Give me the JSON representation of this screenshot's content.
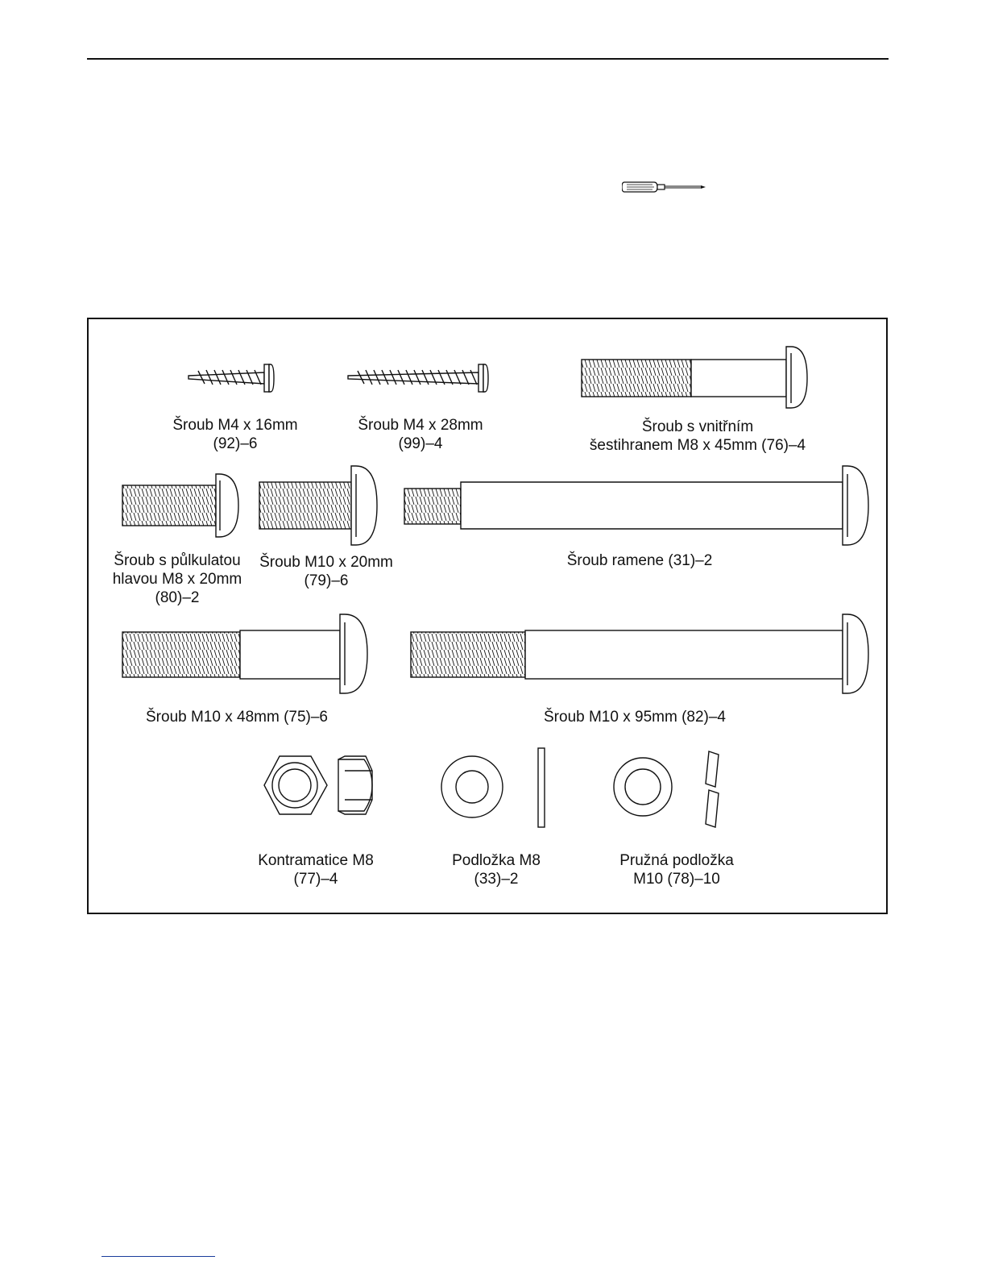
{
  "parts": {
    "screw_m4_16": {
      "line1": "Šroub M4 x 16mm",
      "line2": "(92)–6"
    },
    "screw_m4_28": {
      "line1": "Šroub M4 x 28mm",
      "line2": "(99)–4"
    },
    "hex_m8_45": {
      "line1": "Šroub s vnitřním",
      "line2": "šestihranem M8 x 45mm (76)–4"
    },
    "button_m8_20": {
      "line1": "Šroub s půlkulatou",
      "line2": "hlavou M8 x 20mm",
      "line3": "(80)–2"
    },
    "screw_m10_20": {
      "line1": "Šroub M10 x 20mm",
      "line2": "(79)–6"
    },
    "arm_bolt": {
      "line1": "Šroub ramene (31)–2"
    },
    "screw_m10_48": {
      "line1": "Šroub M10 x 48mm (75)–6"
    },
    "screw_m10_95": {
      "line1": "Šroub M10 x 95mm (82)–4"
    },
    "locknut_m8": {
      "line1": "Kontramatice M8",
      "line2": "(77)–4"
    },
    "washer_m8": {
      "line1": "Podložka M8",
      "line2": "(33)–2"
    },
    "spring_washer_m10": {
      "line1": "Pružná podložka",
      "line2": "M10 (78)–10"
    }
  },
  "icons": {
    "screwdriver": "screwdriver-icon"
  }
}
